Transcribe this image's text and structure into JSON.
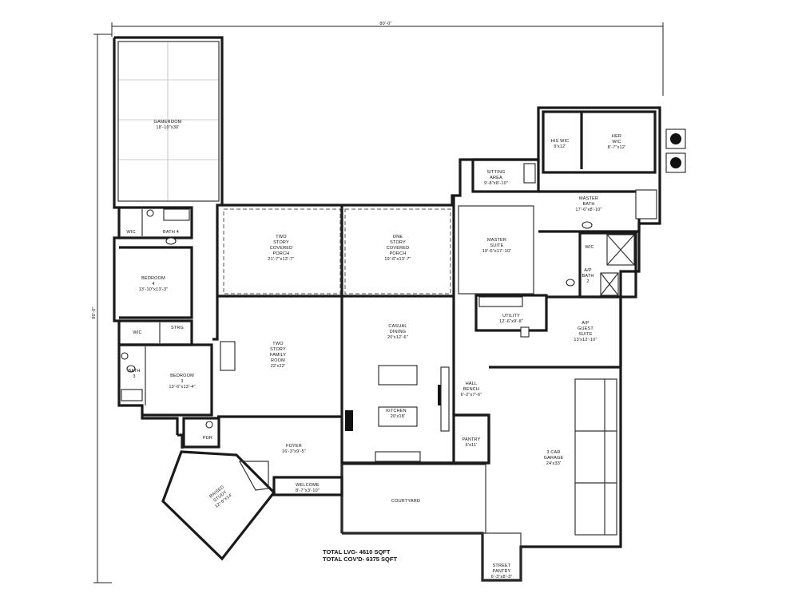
{
  "dimensions": {
    "overall_width": "80'-0\"",
    "overall_depth": "80'-0\""
  },
  "rooms": {
    "gameroom": {
      "name": "GAMEROOM",
      "size": "18'-10\"x30'"
    },
    "bath4": {
      "name": "BATH 4"
    },
    "wic_bed4": {
      "name": "WIC"
    },
    "bedroom4": {
      "name_l1": "BEDROOM",
      "name_l2": "4",
      "size": "13'-10\"x13'-3\""
    },
    "wic_bed3": {
      "name": "WIC"
    },
    "strg": {
      "name": "STRG"
    },
    "bath3": {
      "name_l1": "BATH",
      "name_l2": "3"
    },
    "bedroom3": {
      "name_l1": "BEDROOM",
      "name_l2": "3",
      "size": "13'-6\"x13'-4\""
    },
    "pdr": {
      "name": "PDR"
    },
    "raised_study": {
      "name_l1": "RAISED",
      "name_l2": "STUDY",
      "size": "12'-6\"x14'"
    },
    "two_story_porch": {
      "l1": "TWO",
      "l2": "STORY",
      "l3": "COVERED",
      "l4": "PORCH",
      "size": "21'-7\"x13'-7\""
    },
    "one_story_porch": {
      "l1": "ONE",
      "l2": "STORY",
      "l3": "COVERED",
      "l4": "PORCH",
      "size": "19'-6\"x13'-7\""
    },
    "family_room": {
      "l1": "TWO",
      "l2": "STORY",
      "l3": "FAMILY",
      "l4": "ROOM",
      "size": "22'x22'"
    },
    "casual_dining": {
      "l1": "CASUAL",
      "l2": "DINING",
      "size": "20'x12'-6\""
    },
    "kitchen": {
      "name": "KITCHEN",
      "size": "20'x18'"
    },
    "foyer": {
      "name": "FOYER",
      "size": "16'-3\"x9'-5\""
    },
    "welcome": {
      "name": "WELCOME",
      "size": "8'-7\"x3'-10\""
    },
    "courtyard": {
      "name": "COURTYARD"
    },
    "pantry": {
      "name": "PANTRY",
      "size": "6'x11'"
    },
    "hall_bench": {
      "l1": "HALL",
      "l2": "BENCH",
      "size": "6'-2\"x7'-6\""
    },
    "utility": {
      "name": "UTILITY",
      "size": "12'-6\"x9'-8\""
    },
    "master_suite": {
      "l1": "MASTER",
      "l2": "SUITE",
      "size": "19'-6\"x17'-10\""
    },
    "sitting_area": {
      "l1": "SITTING",
      "l2": "AREA",
      "size": "9'-8\"x8'-10\""
    },
    "his_wic": {
      "name": "HIS WIC",
      "size": "9'x12'"
    },
    "her_wic": {
      "l1": "HER",
      "l2": "WIC",
      "size": "8'-7\"x12'"
    },
    "master_bath": {
      "l1": "MASTER",
      "l2": "BATH",
      "size": "17'-6\"x8'-10\""
    },
    "wic_guest": {
      "name": "WIC"
    },
    "ap_bath2": {
      "l1": "A/P",
      "l2": "BATH",
      "l3": "2"
    },
    "ap_guest": {
      "l1": "A/P",
      "l2": "GUEST",
      "l3": "SUITE",
      "size": "13'x12'-10\""
    },
    "garage": {
      "l1": "3 CAR",
      "l2": "GARAGE",
      "size": "24'x33'"
    },
    "street_pantry": {
      "l1": "STREET",
      "l2": "PANTRY",
      "size": "6'-3\"x8'-3\""
    }
  },
  "totals": {
    "living": "TOTAL LVG- 4610 SQFT",
    "covered": "TOTAL COV'D- 6375 SQFT"
  }
}
